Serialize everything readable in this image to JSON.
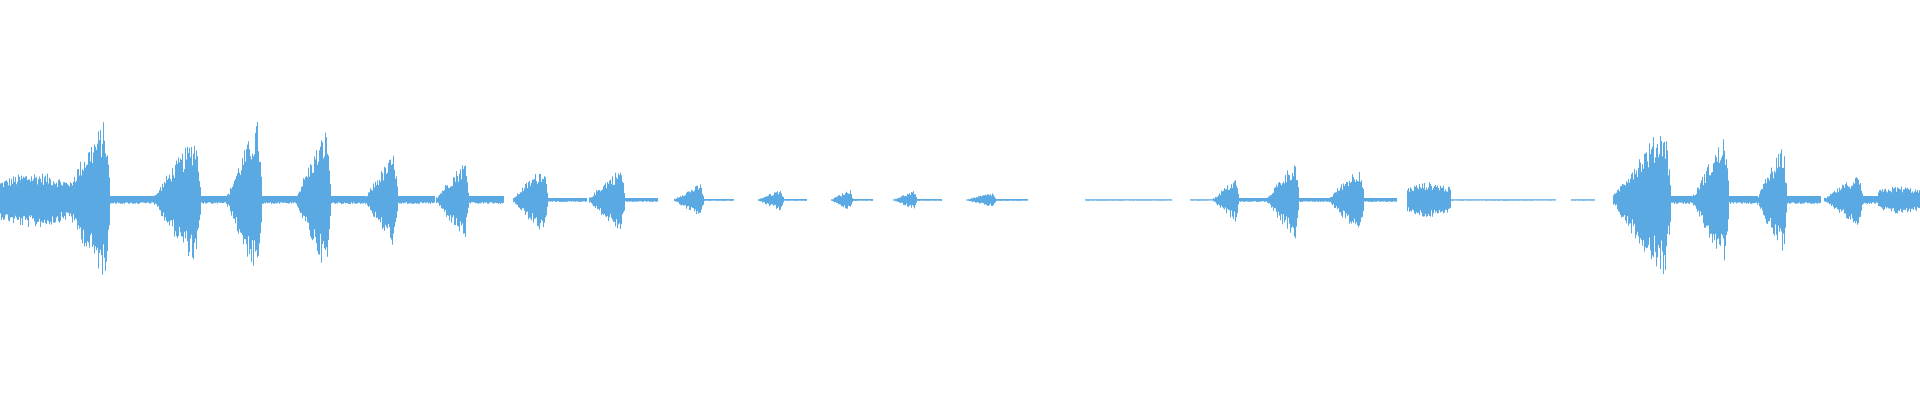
{
  "waveform": {
    "color": "#5aa9e3",
    "background": "#ffffff",
    "samples_description": "audio waveform",
    "segments": [
      {
        "start": 0.0,
        "end": 0.035,
        "amp": 0.14,
        "shape": "flat"
      },
      {
        "start": 0.033,
        "end": 0.057,
        "amp": 0.44,
        "shape": "rise"
      },
      {
        "start": 0.057,
        "end": 0.08,
        "amp": 0.02,
        "shape": "line"
      },
      {
        "start": 0.08,
        "end": 0.104,
        "amp": 0.36,
        "shape": "rise"
      },
      {
        "start": 0.104,
        "end": 0.118,
        "amp": 0.02,
        "shape": "line"
      },
      {
        "start": 0.118,
        "end": 0.136,
        "amp": 0.44,
        "shape": "rise"
      },
      {
        "start": 0.136,
        "end": 0.154,
        "amp": 0.02,
        "shape": "line"
      },
      {
        "start": 0.154,
        "end": 0.172,
        "amp": 0.4,
        "shape": "rise"
      },
      {
        "start": 0.172,
        "end": 0.19,
        "amp": 0.02,
        "shape": "line"
      },
      {
        "start": 0.19,
        "end": 0.207,
        "amp": 0.26,
        "shape": "rise"
      },
      {
        "start": 0.207,
        "end": 0.226,
        "amp": 0.02,
        "shape": "line"
      },
      {
        "start": 0.227,
        "end": 0.244,
        "amp": 0.22,
        "shape": "rise"
      },
      {
        "start": 0.244,
        "end": 0.262,
        "amp": 0.02,
        "shape": "line"
      },
      {
        "start": 0.267,
        "end": 0.285,
        "amp": 0.19,
        "shape": "rise"
      },
      {
        "start": 0.285,
        "end": 0.305,
        "amp": 0.01,
        "shape": "line"
      },
      {
        "start": 0.307,
        "end": 0.325,
        "amp": 0.18,
        "shape": "rise"
      },
      {
        "start": 0.325,
        "end": 0.342,
        "amp": 0.01,
        "shape": "line"
      },
      {
        "start": 0.351,
        "end": 0.366,
        "amp": 0.09,
        "shape": "rise"
      },
      {
        "start": 0.366,
        "end": 0.382,
        "amp": 0.005,
        "shape": "line"
      },
      {
        "start": 0.395,
        "end": 0.408,
        "amp": 0.06,
        "shape": "rise"
      },
      {
        "start": 0.408,
        "end": 0.42,
        "amp": 0.005,
        "shape": "line"
      },
      {
        "start": 0.433,
        "end": 0.444,
        "amp": 0.06,
        "shape": "rise"
      },
      {
        "start": 0.444,
        "end": 0.454,
        "amp": 0.005,
        "shape": "line"
      },
      {
        "start": 0.465,
        "end": 0.477,
        "amp": 0.05,
        "shape": "rise"
      },
      {
        "start": 0.477,
        "end": 0.49,
        "amp": 0.005,
        "shape": "line"
      },
      {
        "start": 0.503,
        "end": 0.518,
        "amp": 0.04,
        "shape": "rise"
      },
      {
        "start": 0.518,
        "end": 0.535,
        "amp": 0.005,
        "shape": "line"
      },
      {
        "start": 0.565,
        "end": 0.61,
        "amp": 0.004,
        "shape": "line"
      },
      {
        "start": 0.62,
        "end": 0.632,
        "amp": 0.004,
        "shape": "line"
      },
      {
        "start": 0.632,
        "end": 0.645,
        "amp": 0.12,
        "shape": "rise"
      },
      {
        "start": 0.645,
        "end": 0.66,
        "amp": 0.01,
        "shape": "line"
      },
      {
        "start": 0.66,
        "end": 0.676,
        "amp": 0.22,
        "shape": "rise"
      },
      {
        "start": 0.676,
        "end": 0.692,
        "amp": 0.01,
        "shape": "line"
      },
      {
        "start": 0.692,
        "end": 0.71,
        "amp": 0.19,
        "shape": "rise"
      },
      {
        "start": 0.71,
        "end": 0.727,
        "amp": 0.01,
        "shape": "line"
      },
      {
        "start": 0.733,
        "end": 0.755,
        "amp": 0.09,
        "shape": "flat"
      },
      {
        "start": 0.755,
        "end": 0.81,
        "amp": 0.004,
        "shape": "line"
      },
      {
        "start": 0.818,
        "end": 0.83,
        "amp": 0.004,
        "shape": "line"
      },
      {
        "start": 0.84,
        "end": 0.87,
        "amp": 0.42,
        "shape": "rise"
      },
      {
        "start": 0.87,
        "end": 0.882,
        "amp": 0.02,
        "shape": "line"
      },
      {
        "start": 0.882,
        "end": 0.9,
        "amp": 0.36,
        "shape": "rise"
      },
      {
        "start": 0.9,
        "end": 0.915,
        "amp": 0.02,
        "shape": "line"
      },
      {
        "start": 0.915,
        "end": 0.93,
        "amp": 0.3,
        "shape": "rise"
      },
      {
        "start": 0.93,
        "end": 0.948,
        "amp": 0.02,
        "shape": "line"
      },
      {
        "start": 0.95,
        "end": 0.97,
        "amp": 0.14,
        "shape": "rise"
      },
      {
        "start": 0.97,
        "end": 0.978,
        "amp": 0.02,
        "shape": "line"
      },
      {
        "start": 0.978,
        "end": 1.0,
        "amp": 0.07,
        "shape": "flat"
      }
    ]
  }
}
